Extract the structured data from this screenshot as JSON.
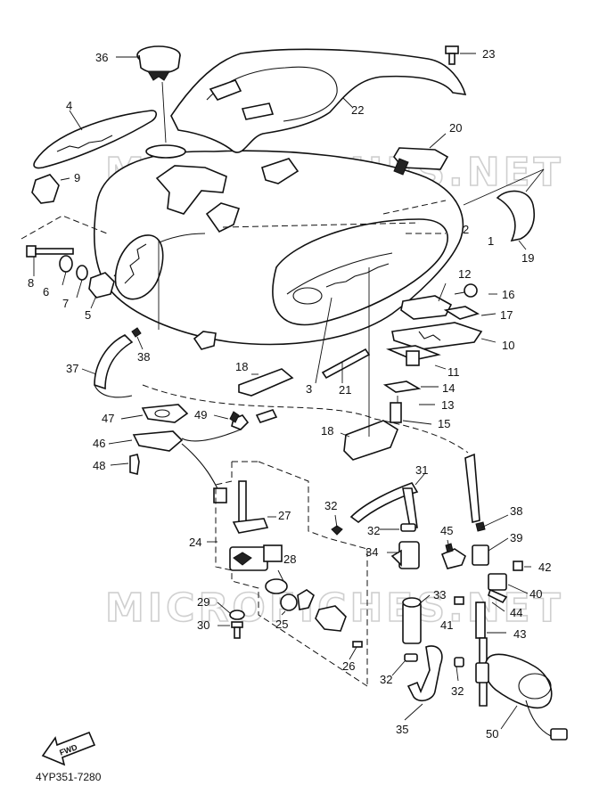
{
  "watermark": "MICROFICHES.NET",
  "catalog_code": "4YP351-7280",
  "fwd_label": "FWD",
  "callouts": [
    "1",
    "2",
    "3",
    "4",
    "5",
    "6",
    "7",
    "8",
    "9",
    "10",
    "11",
    "12",
    "13",
    "14",
    "15",
    "16",
    "17",
    "18",
    "19",
    "20",
    "21",
    "22",
    "23",
    "24",
    "25",
    "26",
    "27",
    "28",
    "29",
    "30",
    "31",
    "32",
    "33",
    "34",
    "35",
    "36",
    "37",
    "38",
    "39",
    "40",
    "41",
    "42",
    "43",
    "44",
    "45",
    "46",
    "47",
    "48",
    "49",
    "50"
  ]
}
